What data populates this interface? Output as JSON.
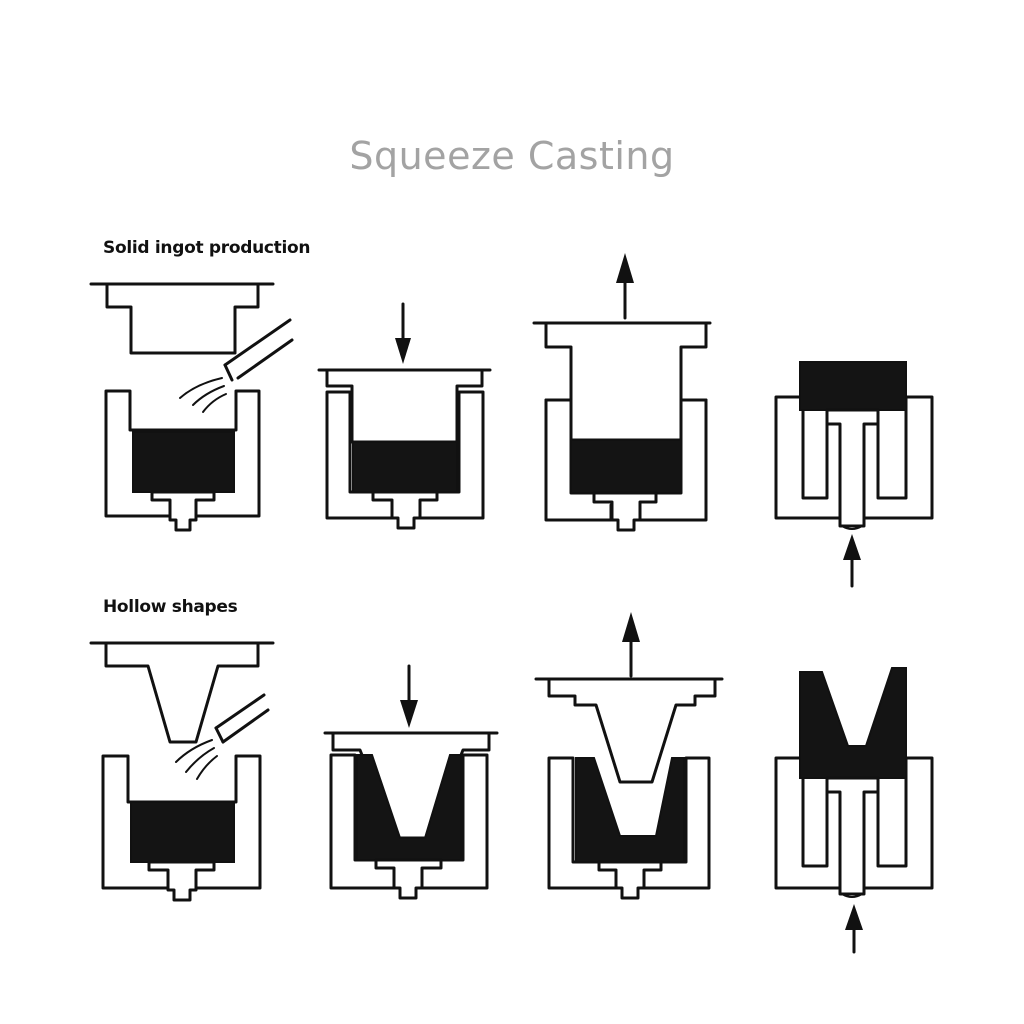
{
  "title": "Squeeze Casting",
  "rows": [
    {
      "label": "Solid ingot production"
    },
    {
      "label": "Hollow shapes"
    }
  ]
}
